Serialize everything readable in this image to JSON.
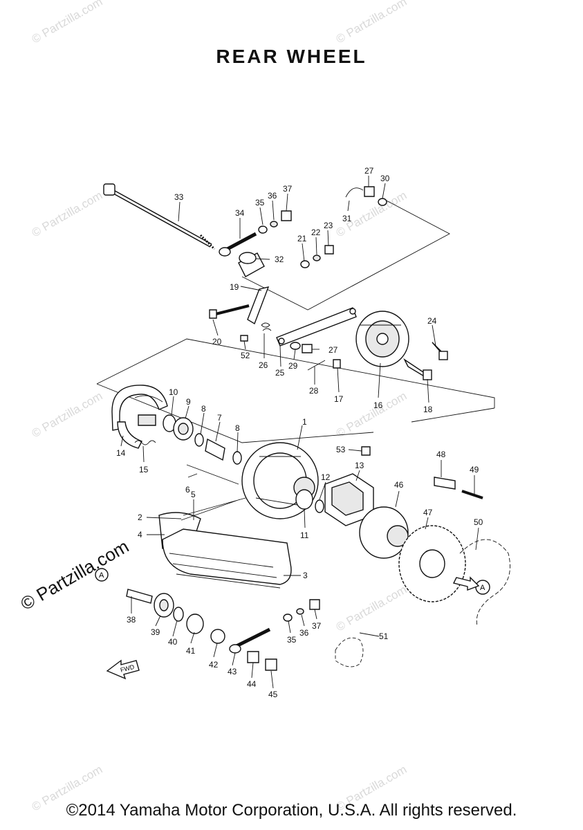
{
  "title": "REAR WHEEL",
  "footer": "©2014 Yamaha Motor Corporation, U.S.A. All rights reserved.",
  "brand": "© Partzilla.com",
  "watermark": "© Partzilla.com",
  "fwd_label": "FWD",
  "callout_a": "A",
  "parts": [
    "1",
    "2",
    "3",
    "4",
    "5",
    "6",
    "7",
    "8",
    "9",
    "10",
    "11",
    "12",
    "13",
    "14",
    "15",
    "16",
    "17",
    "18",
    "19",
    "20",
    "21",
    "22",
    "23",
    "24",
    "25",
    "26",
    "27",
    "28",
    "29",
    "30",
    "31",
    "32",
    "33",
    "34",
    "35",
    "36",
    "37",
    "38",
    "39",
    "40",
    "41",
    "42",
    "43",
    "44",
    "45",
    "46",
    "47",
    "48",
    "49",
    "50",
    "51",
    "52",
    "53"
  ]
}
